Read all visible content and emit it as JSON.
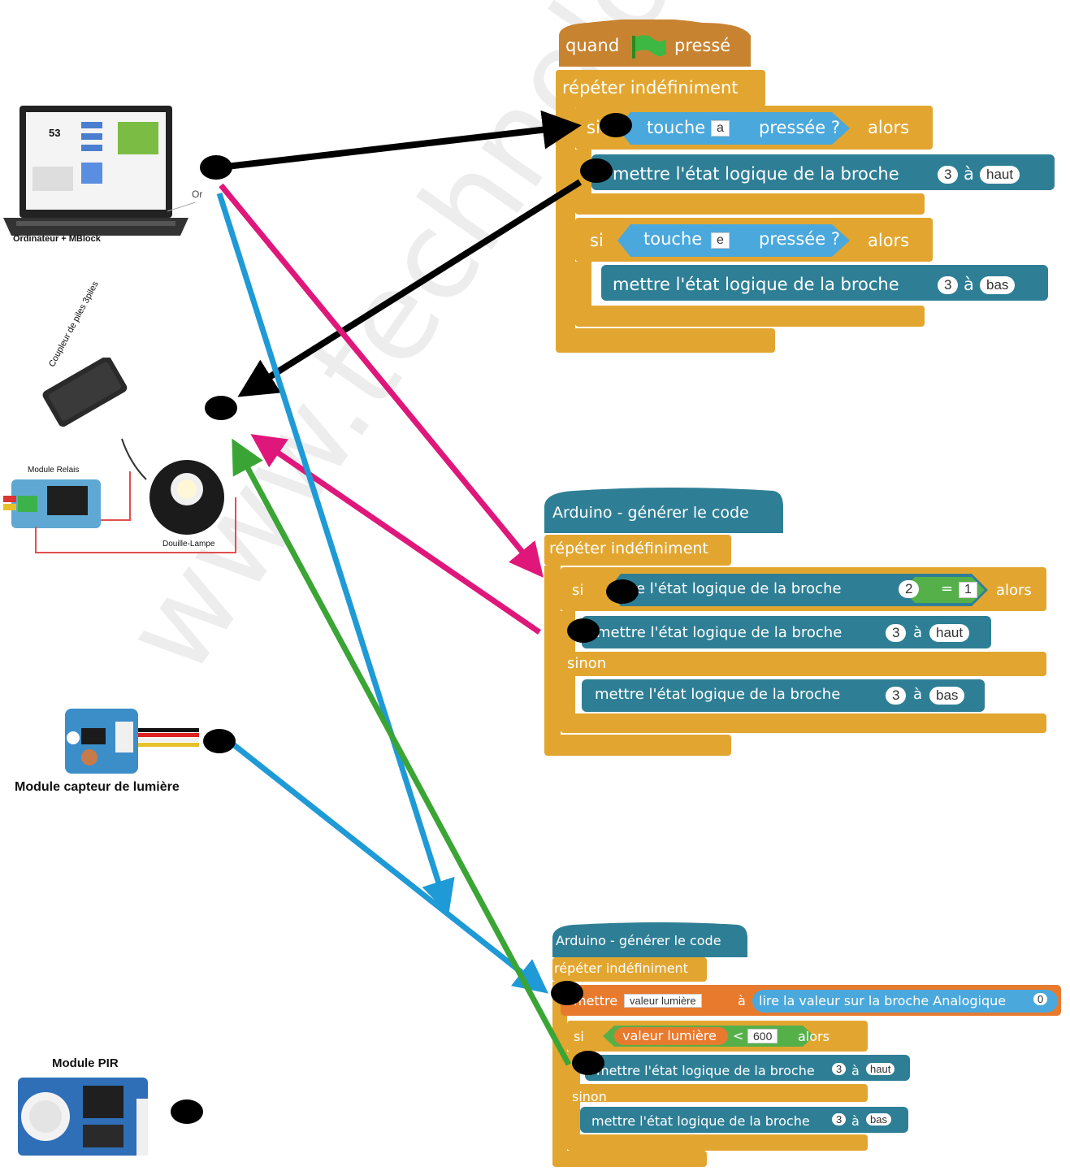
{
  "watermark": "www.technologiescollege...",
  "colors": {
    "event": "#c88330",
    "control": "#e2a630",
    "sensing": "#4aa8dc",
    "arduino": "#2e7f96",
    "operator": "#55b04a",
    "variable": "#e87a2e",
    "arrow_black": "#000000",
    "arrow_pink": "#e0177b",
    "arrow_blue": "#1e9ad6",
    "arrow_green": "#3aa535"
  },
  "left": {
    "computer_label": "Ordinateur + MBlock",
    "computer_screen_number": "53",
    "relay_lamp": {
      "battery_label": "Coupleur de piles 3piles",
      "relay_label": "Module Relais",
      "lamp_label": "Douille-Lampe"
    },
    "light_sensor_label": "Module capteur de lumière",
    "pir_label": "Module PIR",
    "connector_label": "Or"
  },
  "script1": {
    "hat_left": "quand",
    "hat_right": "pressé",
    "forever": "répéter indéfiniment",
    "if1_si": "si",
    "if1_cond": "touche",
    "if1_key": "a",
    "if1_cond2": "pressée ?",
    "if1_alors": "alors",
    "set1": "mettre l'état logique de la broche",
    "set1_pin": "3",
    "set1_a": "à",
    "set1_val": "haut",
    "if2_si": "si",
    "if2_cond": "touche",
    "if2_key": "e",
    "if2_cond2": "pressée ?",
    "if2_alors": "alors",
    "set2": "mettre l'état logique de la broche",
    "set2_pin": "3",
    "set2_a": "à",
    "set2_val": "bas"
  },
  "script2": {
    "hat": "Arduino - générer le code",
    "forever": "répéter indéfiniment",
    "si": "si",
    "cond": "lire l'état logique de la broche",
    "cond_pin": "2",
    "eq": "=",
    "eq_val": "1",
    "alors": "alors",
    "set1": "mettre l'état logique de la broche",
    "set1_pin": "3",
    "set1_a": "à",
    "set1_val": "haut",
    "sinon": "sinon",
    "set2": "mettre l'état logique de la broche",
    "set2_pin": "3",
    "set2_a": "à",
    "set2_val": "bas"
  },
  "script3": {
    "hat": "Arduino - générer le code",
    "forever": "répéter indéfiniment",
    "mettre": "mettre",
    "var": "valeur lumière",
    "a": "à",
    "read": "lire la valeur sur la broche Analogique",
    "read_pin": "0",
    "si": "si",
    "cond_var": "valeur lumière",
    "lt": "<",
    "lt_val": "600",
    "alors": "alors",
    "set1": "mettre l'état logique de la broche",
    "set1_pin": "3",
    "set1_a": "à",
    "set1_val": "haut",
    "sinon": "sinon",
    "set2": "mettre l'état logique de la broche",
    "set2_pin": "3",
    "set2_a": "à",
    "set2_val": "bas"
  }
}
